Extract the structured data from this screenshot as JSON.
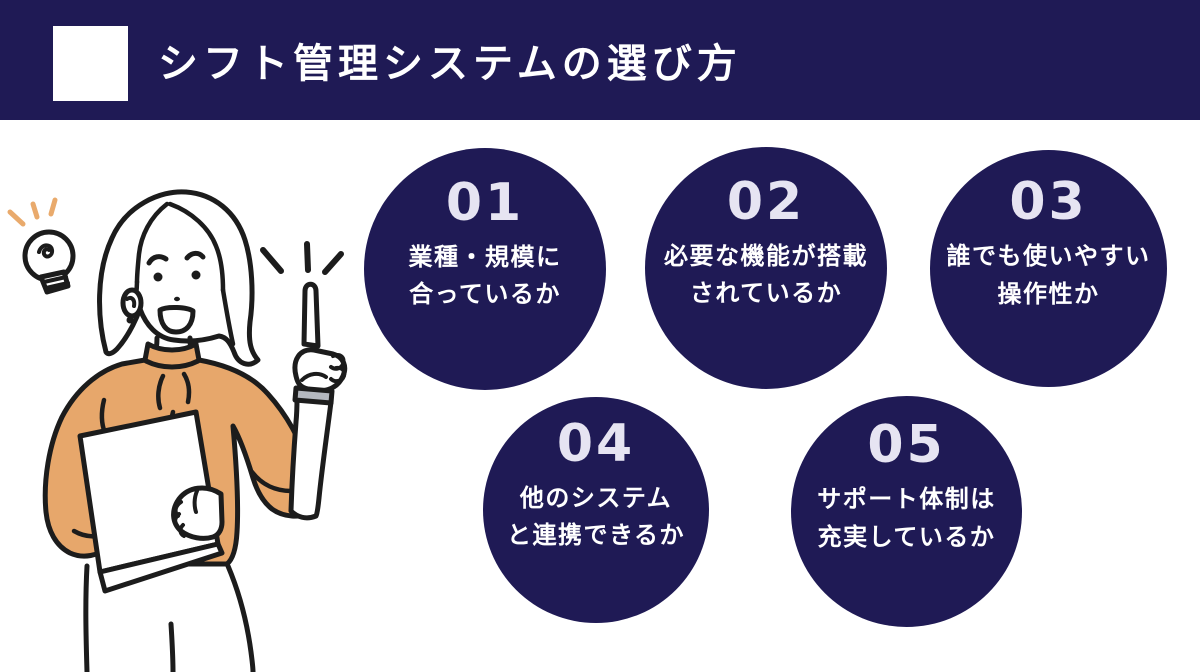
{
  "header": {
    "title": "シフト管理システムの選び方"
  },
  "steps": [
    {
      "number": "01",
      "lines": [
        "業種・規模に",
        "合っているか"
      ]
    },
    {
      "number": "02",
      "lines": [
        "必要な機能が搭載",
        "されているか"
      ]
    },
    {
      "number": "03",
      "lines": [
        "誰でも使いやすい",
        "操作性か"
      ]
    },
    {
      "number": "04",
      "lines": [
        "他のシステム",
        "と連携できるか"
      ]
    },
    {
      "number": "05",
      "lines": [
        "サポート体制は",
        "充実しているか"
      ]
    }
  ],
  "illustration": {
    "icons": [
      "lightbulb-icon",
      "emphasis-lines-icon"
    ],
    "figure": "woman-pointing-up-holding-document"
  },
  "colors": {
    "navy": "#1f1a55",
    "background": "#ffffff",
    "number_text": "#e6e4f2",
    "body_text": "#ffffff",
    "sweater_orange": "#e7a76b",
    "ray_orange": "#e9aa6c",
    "outline_black": "#1c1c1c",
    "wristband_gray": "#b4b8bf"
  }
}
